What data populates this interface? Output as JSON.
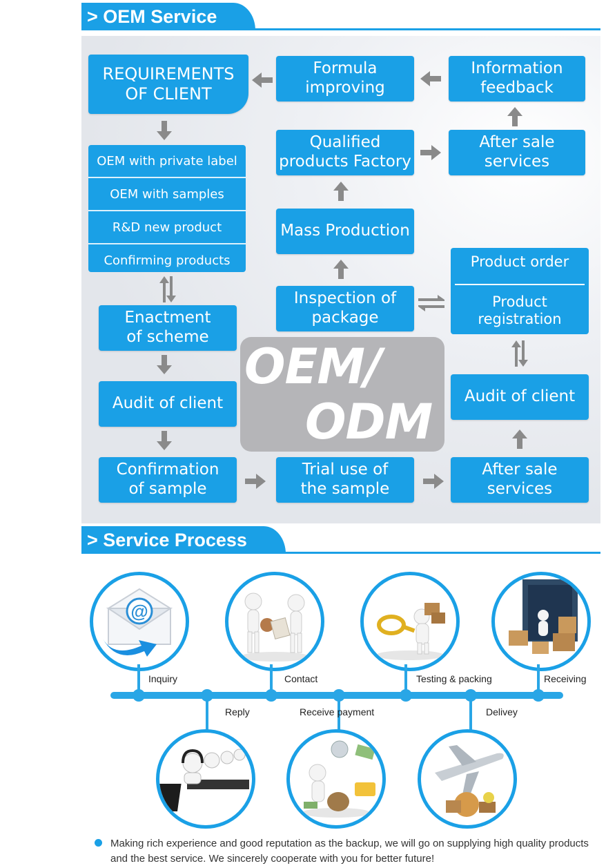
{
  "oem_section": {
    "title": "> OEM Service",
    "requirements": "REQUIREMENTS\nOF CLIENT",
    "formula": "Formula\nimproving",
    "info_feedback": "Information\nfeedback",
    "options": [
      "OEM with private label",
      "OEM with samples",
      "R&D new product",
      "Confirming products"
    ],
    "qualified": "Qualified\nproducts Factory",
    "after_sale_top": "After sale\nservices",
    "mass_production": "Mass Production",
    "product_order": "Product order",
    "product_registration": "Product\nregistration",
    "enactment": "Enactment\nof scheme",
    "inspection": "Inspection of\npackage",
    "audit_left": "Audit of client",
    "audit_right": "Audit of client",
    "confirmation": "Confirmation\nof sample",
    "trial": "Trial use of\nthe sample",
    "after_sale_bottom": "After sale\nservices",
    "badge_line1": "OEM/",
    "badge_line2": "ODM"
  },
  "process_section": {
    "title": "> Service Process",
    "steps_top": [
      "Inquiry",
      "Contact",
      "Testing & packing",
      "Receiving"
    ],
    "steps_bottom": [
      "Reply",
      "Receive payment",
      "Delivey"
    ],
    "footer": "Making rich experience and good reputation as the backup, we will go on supplying high quality products and the best service. We sincerely cooperate with you for better future!"
  },
  "colors": {
    "accent": "#1aa0e6",
    "arrow": "#8a8a8a",
    "badge": "#b5b5b8"
  },
  "icons": [
    "arrow-left-icon",
    "arrow-down-icon",
    "arrow-up-icon",
    "arrow-right-icon",
    "swap-icon",
    "email-icon",
    "handshake-icon",
    "magnifier-icon",
    "container-icon",
    "call-center-icon",
    "payment-icon",
    "airplane-icon"
  ]
}
